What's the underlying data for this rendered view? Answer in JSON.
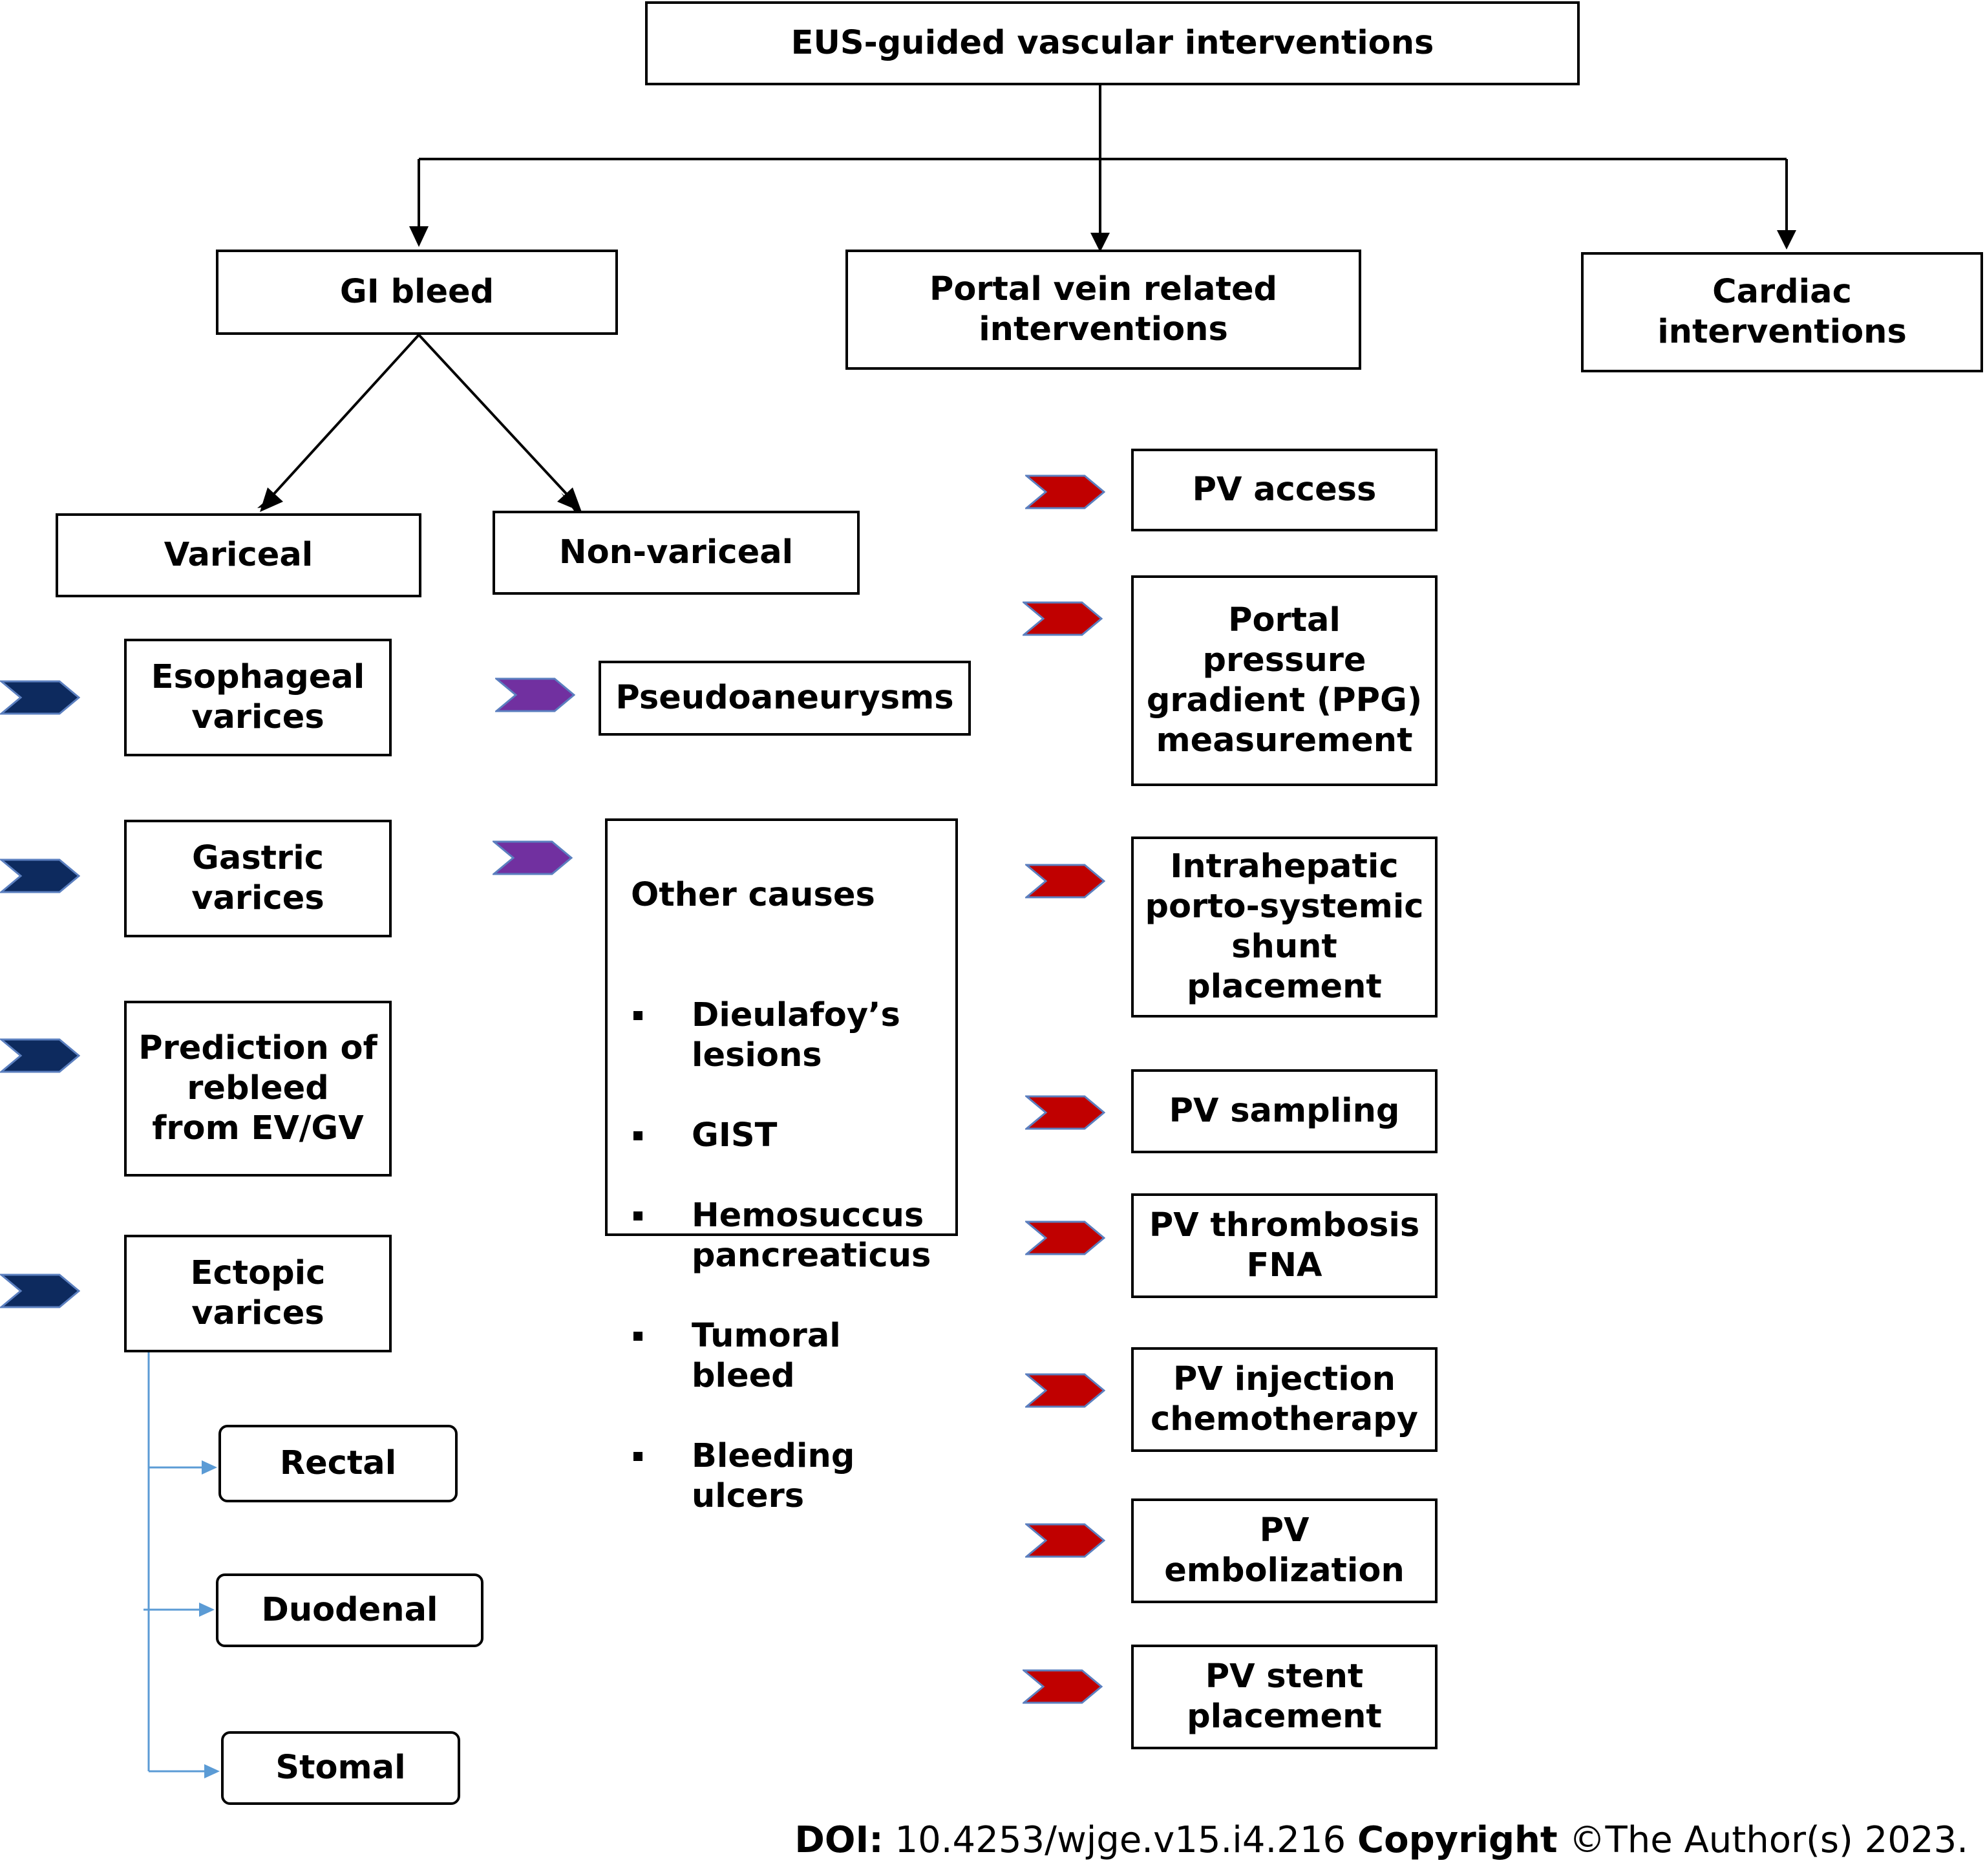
{
  "root": {
    "label": "EUS-guided vascular interventions"
  },
  "categories": {
    "gi_bleed": "GI bleed",
    "portal_vein": "Portal vein related\ninterventions",
    "cardiac": "Cardiac\ninterventions"
  },
  "gi_bleed": {
    "variceal": {
      "label": "Variceal",
      "items": [
        "Esophageal\nvarices",
        "Gastric\nvarices",
        "Prediction of\nrebleed\nfrom EV/GV",
        "Ectopic\nvarices"
      ],
      "ectopic_sites": [
        "Rectal",
        "Duodenal",
        "Stomal"
      ]
    },
    "non_variceal": {
      "label": "Non-variceal",
      "pseudoaneurysms": "Pseudoaneurysms",
      "other_causes": {
        "title": "Other causes",
        "items": [
          "Dieulafoy’s\nlesions",
          "GIST",
          "Hemosuccus\npancreaticus",
          "Tumoral\nbleed",
          "Bleeding\nulcers"
        ]
      }
    }
  },
  "portal_vein_items": [
    "PV access",
    "Portal\npressure\ngradient (PPG)\nmeasurement",
    "Intrahepatic\nporto-systemic\nshunt\nplacement",
    "PV sampling",
    "PV thrombosis\nFNA",
    "PV injection\nchemotherapy",
    "PV\nembolization",
    "PV stent\nplacement"
  ],
  "footer": {
    "doi_label": "DOI:",
    "doi_value": "10.4253/wjge.v15.i4.216",
    "copyright_label": "Copyright",
    "copyright_text": "©The Author(s) 2023."
  },
  "colors": {
    "variceal_chevron": "#0d2a5e",
    "non_variceal_chevron": "#7130a0",
    "portal_chevron": "#c00000",
    "chevron_outline": "#5b7fbf",
    "ectopic_connector": "#5b9bd5"
  }
}
